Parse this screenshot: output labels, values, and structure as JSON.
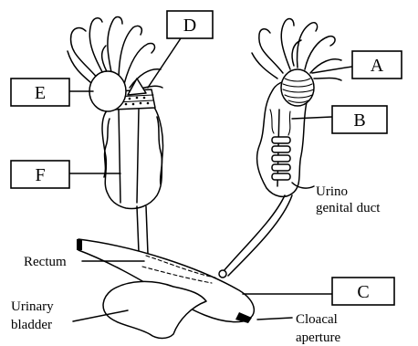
{
  "diagram": {
    "labels": {
      "A": "A",
      "B": "B",
      "C": "C",
      "D": "D",
      "E": "E",
      "F": "F"
    },
    "text": {
      "urino_line1": "Urino",
      "urino_line2": "genital duct",
      "rectum": "Rectum",
      "urinary_line1": "Urinary",
      "urinary_line2": "bladder",
      "cloacal_line1": "Cloacal",
      "cloacal_line2": "aperture"
    }
  }
}
